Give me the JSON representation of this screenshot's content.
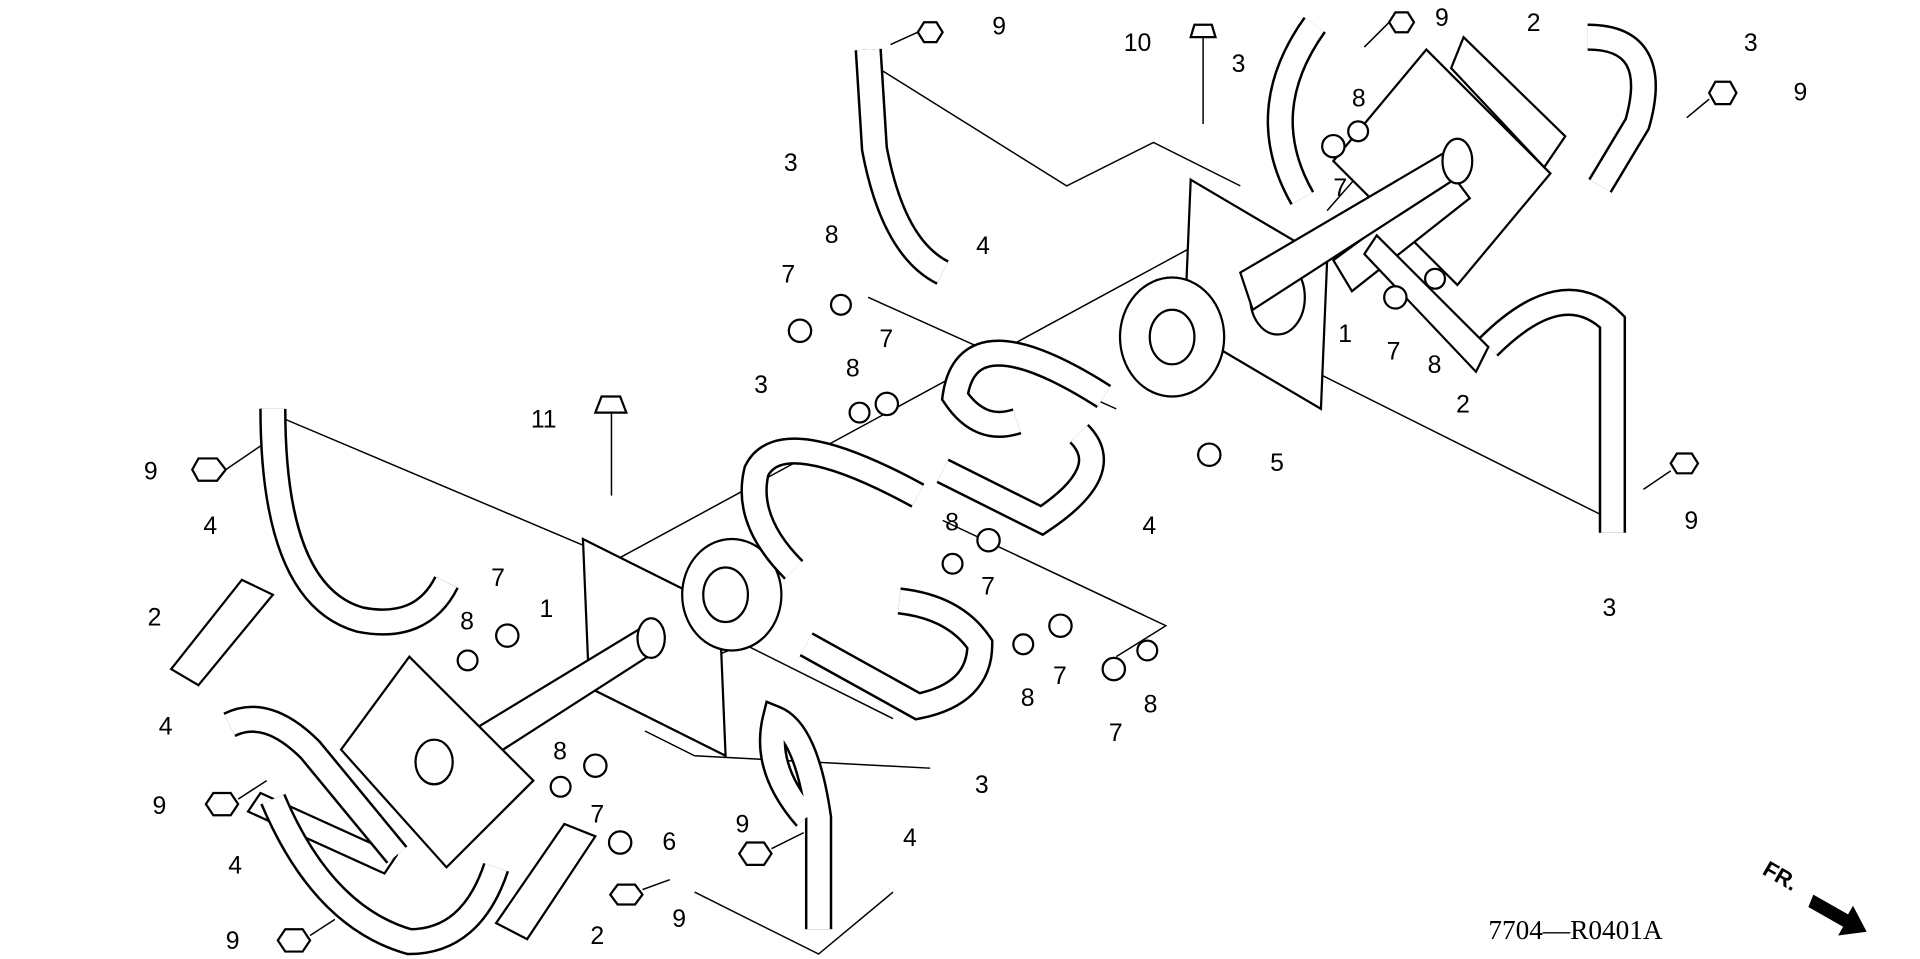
{
  "diagram": {
    "title_code": "7704—R0401A",
    "front_indicator": "FR.",
    "callouts": [
      "9",
      "10",
      "9",
      "3",
      "2",
      "3",
      "9",
      "8",
      "7",
      "3",
      "8",
      "7",
      "4",
      "1",
      "7",
      "8",
      "2",
      "8",
      "7",
      "3",
      "11",
      "5",
      "9",
      "4",
      "4",
      "9",
      "8",
      "7",
      "3",
      "2",
      "7",
      "8",
      "1",
      "7",
      "8",
      "8",
      "7",
      "4",
      "3",
      "8",
      "7",
      "9",
      "6",
      "9",
      "4",
      "4",
      "9",
      "2",
      "9"
    ]
  }
}
